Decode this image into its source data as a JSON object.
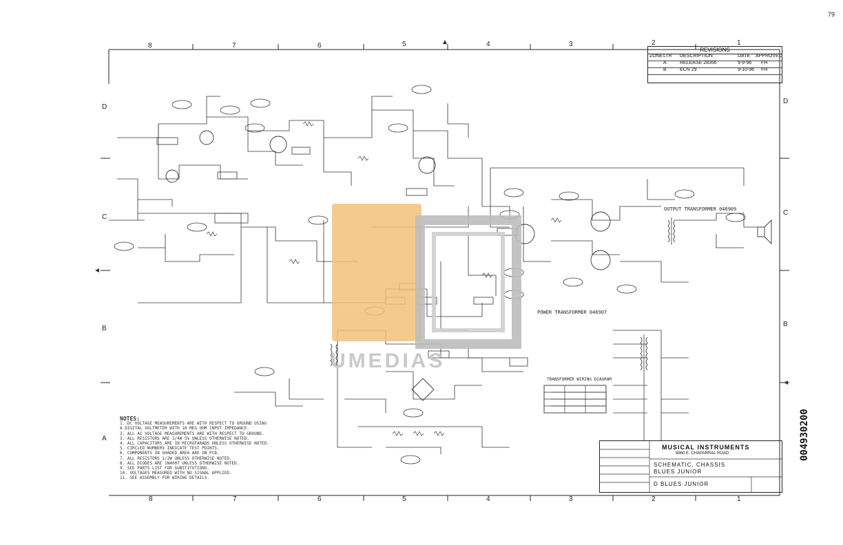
{
  "page_number": "79",
  "document_number": "004930200",
  "zones": {
    "columns_top": [
      "8",
      "7",
      "6",
      "5",
      "4",
      "3",
      "2",
      "1"
    ],
    "columns_bottom": [
      "8",
      "7",
      "6",
      "5",
      "4",
      "3",
      "2",
      "1"
    ],
    "rows_left": [
      "D",
      "C",
      "B",
      "A"
    ],
    "rows_right": [
      "D",
      "C",
      "B"
    ]
  },
  "revisions": {
    "title": "REVISIONS",
    "columns": [
      "ZONE",
      "LTR",
      "DESCRIPTION",
      "DATE",
      "APPROVED"
    ],
    "rows": [
      {
        "ltr": "A",
        "desc": "RELEASE 28356",
        "date": "9-9-96",
        "appr": "FH"
      },
      {
        "ltr": "B",
        "desc": "ECN 29",
        "date": "9-10-96",
        "appr": "FH"
      }
    ]
  },
  "title_block": {
    "company": "MUSICAL INSTRUMENTS",
    "address": "8860 E. CHAPARRAL ROAD",
    "title": "SCHEMATIC, CHASSIS",
    "subtitle": "BLUES JUNIOR",
    "drawing_number": "D  BLUES JUNIOR"
  },
  "notes": {
    "heading": "NOTES:",
    "lines": [
      "1. DC VOLTAGE MEASUREMENTS ARE WITH RESPECT TO GROUND USING",
      "   A DIGITAL VOLTMETER WITH 10 MEG OHM INPUT IMPEDANCE.",
      "2. ALL AC VOLTAGE MEASUREMENTS ARE WITH RESPECT TO GROUND.",
      "3. ALL RESISTORS ARE 1/4W 5% UNLESS OTHERWISE NOTED.",
      "4. ALL CAPACITORS ARE IN MICROFARADS UNLESS OTHERWISE NOTED.",
      "5. CIRCLED NUMBERS INDICATE TEST POINTS.",
      "6. COMPONENTS IN SHADED AREA ARE ON PCB.",
      "7. ALL RESISTORS 1/2W UNLESS OTHERWISE NOTED.",
      "8. ALL DIODES ARE 1N4007 UNLESS OTHERWISE NOTED.",
      "9. SEE PARTS LIST FOR SUBSTITUTIONS.",
      "10. VOLTAGES MEASURED WITH NO SIGNAL APPLIED.",
      "11. SEE ASSEMBLY FOR WIRING DETAILS."
    ]
  },
  "labels": {
    "transformer_power": "POWER TRANSFORMER 046907",
    "transformer_output": "OUTPUT TRANSFORMER 046909",
    "wiring_diagram": "TRANSFORMER WIRING DIAGRAM",
    "watermark": "UMEDIAS"
  }
}
